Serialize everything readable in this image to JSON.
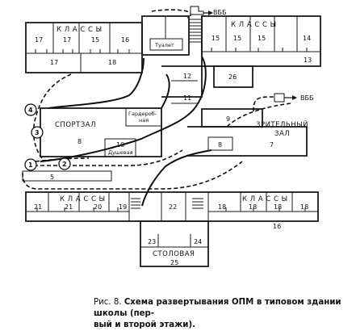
{
  "rooms": {
    "r17a": "17",
    "r17b": "17",
    "r15a": "15",
    "r16a": "16",
    "r15b": "15",
    "r15c": "15",
    "r15d": "15",
    "r14": "14",
    "r17c": "17",
    "r18a": "18",
    "r13": "13",
    "r12": "12",
    "r11": "11",
    "r26": "26",
    "r9": "9",
    "r8": "8",
    "r10": "10",
    "r7": "7",
    "r5": "5",
    "r21a": "21",
    "r21b": "21",
    "r20": "20",
    "r19": "19",
    "r22": "22",
    "r18b": "18",
    "r18c": "18",
    "r18d": "18",
    "r18e": "18",
    "r16b": "16",
    "r23": "23",
    "r24": "24",
    "r25": "25",
    "r8b": "8"
  },
  "labels": {
    "klassy_top_left": "К Л А С С Ы",
    "klassy_top_right": "К Л А С С Ы",
    "klassy_bottom_left": "К Л А С С Ы",
    "klassy_bottom_right": "К Л А С С Ы",
    "tualet": "Туалет",
    "sportzal": "СПОРТЗАЛ",
    "garderob_1": "Гардероб-",
    "garderob_2": "ная",
    "dushevaya": "Душевая",
    "zritelny_1": "ЗРИТЕЛЬНЫЙ",
    "zritelny_2": "ЗАЛ",
    "stolovaya": "СТОЛОВАЯ",
    "vvb_top": "ВББ",
    "vvb_right": "ВББ"
  },
  "markers": {
    "m1": "1",
    "m2": "2",
    "m3": "3",
    "m4": "4"
  },
  "caption": {
    "prefix": "Рис. 8.",
    "title": "Схема развертывания ОПМ в типовом здании школы (пер-",
    "title_cont": "вый и второй этажи)."
  },
  "colors": {
    "ink": "#111111",
    "paper": "#ffffff"
  }
}
